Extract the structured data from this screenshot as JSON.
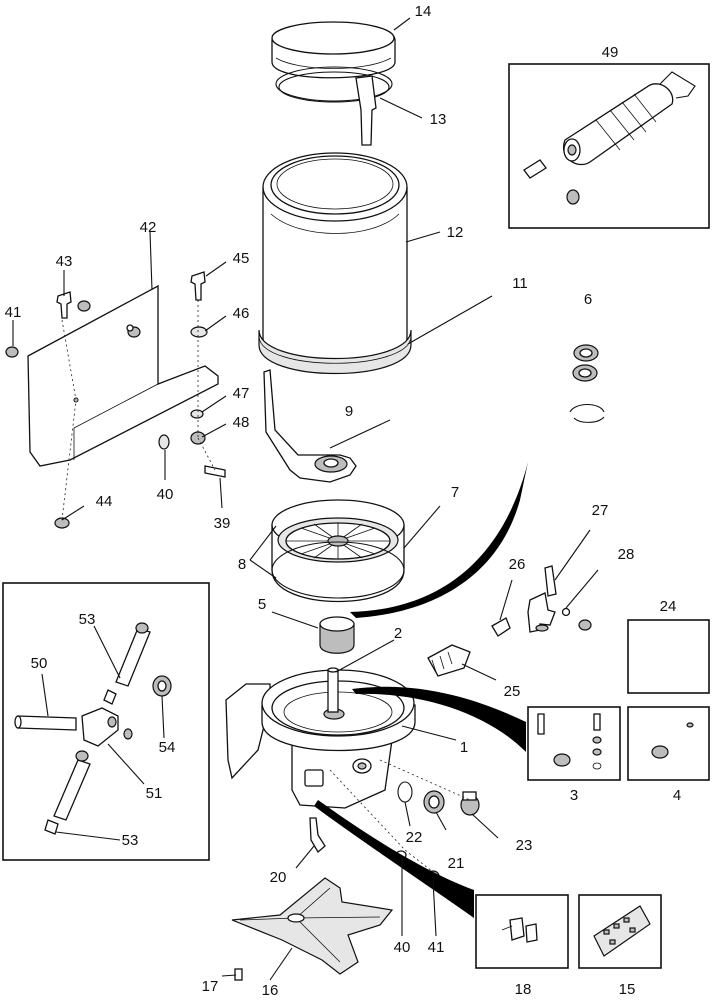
{
  "labels": {
    "p1": "1",
    "p2": "2",
    "p3": "3",
    "p4": "4",
    "p5": "5",
    "p6": "6",
    "p7": "7",
    "p8": "8",
    "p9": "9",
    "p11": "11",
    "p12": "12",
    "p13": "13",
    "p14": "14",
    "p15": "15",
    "p16": "16",
    "p17": "17",
    "p18": "18",
    "p20": "20",
    "p21": "21",
    "p22": "22",
    "p23": "23",
    "p24": "24",
    "p25": "25",
    "p26": "26",
    "p27": "27",
    "p28": "28",
    "p39": "39",
    "p40a": "40",
    "p40b": "40",
    "p41a": "41",
    "p41b": "41",
    "p42": "42",
    "p43": "43",
    "p44": "44",
    "p45": "45",
    "p46": "46",
    "p47": "47",
    "p48": "48",
    "p49": "49",
    "p50": "50",
    "p51": "51",
    "p53a": "53",
    "p53b": "53",
    "p54": "54"
  }
}
